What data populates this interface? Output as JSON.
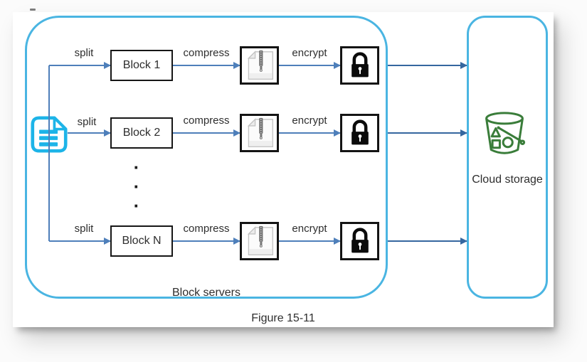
{
  "figure": {
    "caption": "Figure 15-11",
    "container_label": "Block servers",
    "cloud_label": "Cloud storage"
  },
  "rows": [
    {
      "split": "split",
      "block": "Block 1",
      "compress": "compress",
      "encrypt": "encrypt"
    },
    {
      "split": "split",
      "block": "Block 2",
      "compress": "compress",
      "encrypt": "encrypt"
    },
    {
      "split": "split",
      "block": "Block N",
      "compress": "compress",
      "encrypt": "encrypt"
    }
  ],
  "ellipsis": {
    "dot": "·"
  },
  "icons": {
    "source_file": "document-file-icon",
    "compressed": "zip-file-icon",
    "encrypted": "lock-icon",
    "cloud": "storage-bucket-icon"
  },
  "colors": {
    "container_border": "#4ab5e2",
    "arrow": "#4e7fba",
    "cloud_arrow": "#35679f",
    "file_icon": "#1db4e8",
    "bucket": "#3a7d3a",
    "text": "#2e2e2e"
  }
}
